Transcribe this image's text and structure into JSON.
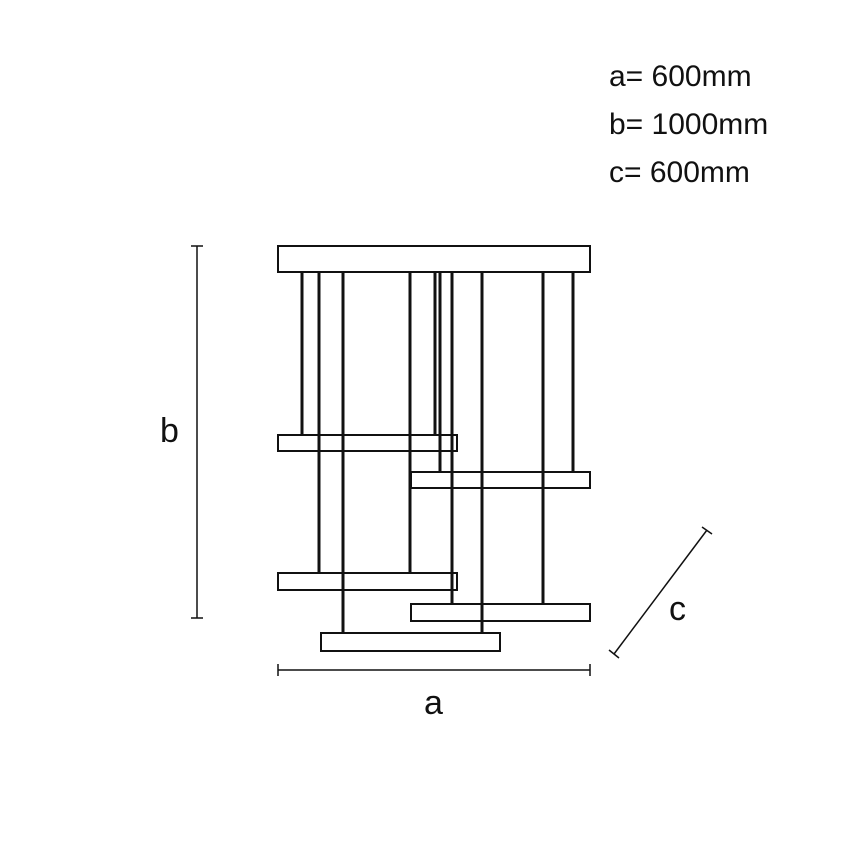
{
  "specs": {
    "a": "a= 600mm",
    "b": "b= 1000mm",
    "c": "c= 600mm"
  },
  "labels": {
    "a": "a",
    "b": "b",
    "c": "c"
  },
  "colors": {
    "stroke": "#111111"
  }
}
